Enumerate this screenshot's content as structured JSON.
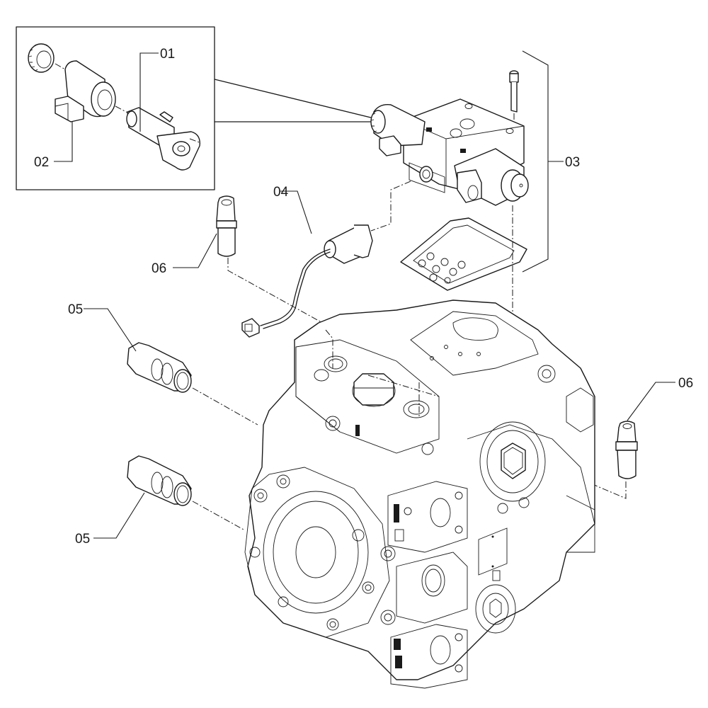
{
  "diagram": {
    "type": "exploded-parts-diagram",
    "subject": "hydraulic pump assembly",
    "colors": {
      "line": "#1a1a1a",
      "background": "#ffffff"
    },
    "callouts": [
      {
        "id": "c01",
        "label": "01",
        "part": "solenoid cartridge valve"
      },
      {
        "id": "c02",
        "label": "02",
        "part": "solenoid coil"
      },
      {
        "id": "c03",
        "label": "03",
        "part": "control valve block with gasket and bolt"
      },
      {
        "id": "c04",
        "label": "04",
        "part": "speed sensor with cable"
      },
      {
        "id": "c05a",
        "label": "05",
        "part": "plug fitting"
      },
      {
        "id": "c05b",
        "label": "05",
        "part": "plug fitting"
      },
      {
        "id": "c06a",
        "label": "06",
        "part": "pressure relief valve"
      },
      {
        "id": "c06b",
        "label": "06",
        "part": "pressure relief valve"
      }
    ]
  }
}
